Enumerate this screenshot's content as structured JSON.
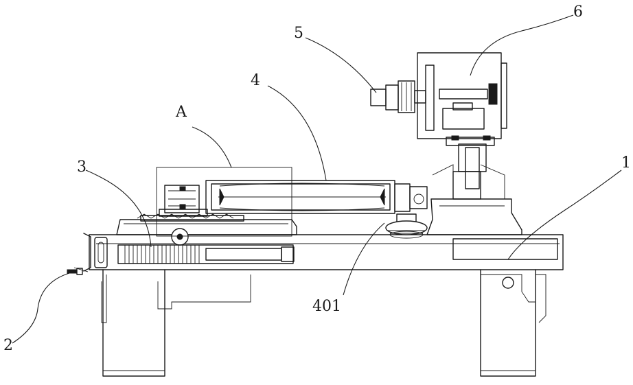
{
  "labels": {
    "l1": "1",
    "l2": "2",
    "l3": "3",
    "l4": "4",
    "l401": "401",
    "l5": "5",
    "l6": "6",
    "lA": "A"
  }
}
